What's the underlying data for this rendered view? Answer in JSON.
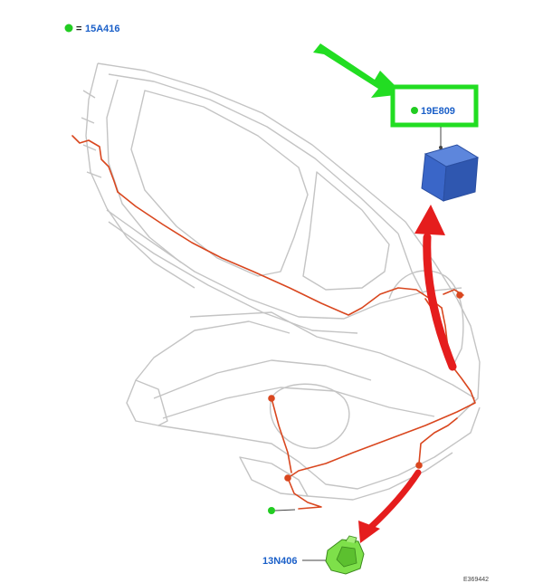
{
  "legend": {
    "equals": "=",
    "code": "15A416"
  },
  "callouts": {
    "module": "19E809",
    "connector": "13N406",
    "footer": "E369442"
  },
  "colors": {
    "marker_green": "#22cc22",
    "callout_blue": "#1a5fc8",
    "highlight_green": "#22dd22",
    "arrow_red": "#e51d1d",
    "harness_orange": "#d9471f",
    "module_blue": "#3a66c8",
    "connector_green": "#7ee04a",
    "body_outline": "#c8c8c8"
  },
  "icons": {
    "legend_marker": "green-dot-icon",
    "module": "electronic-module-icon",
    "connector": "wiring-connector-icon"
  }
}
